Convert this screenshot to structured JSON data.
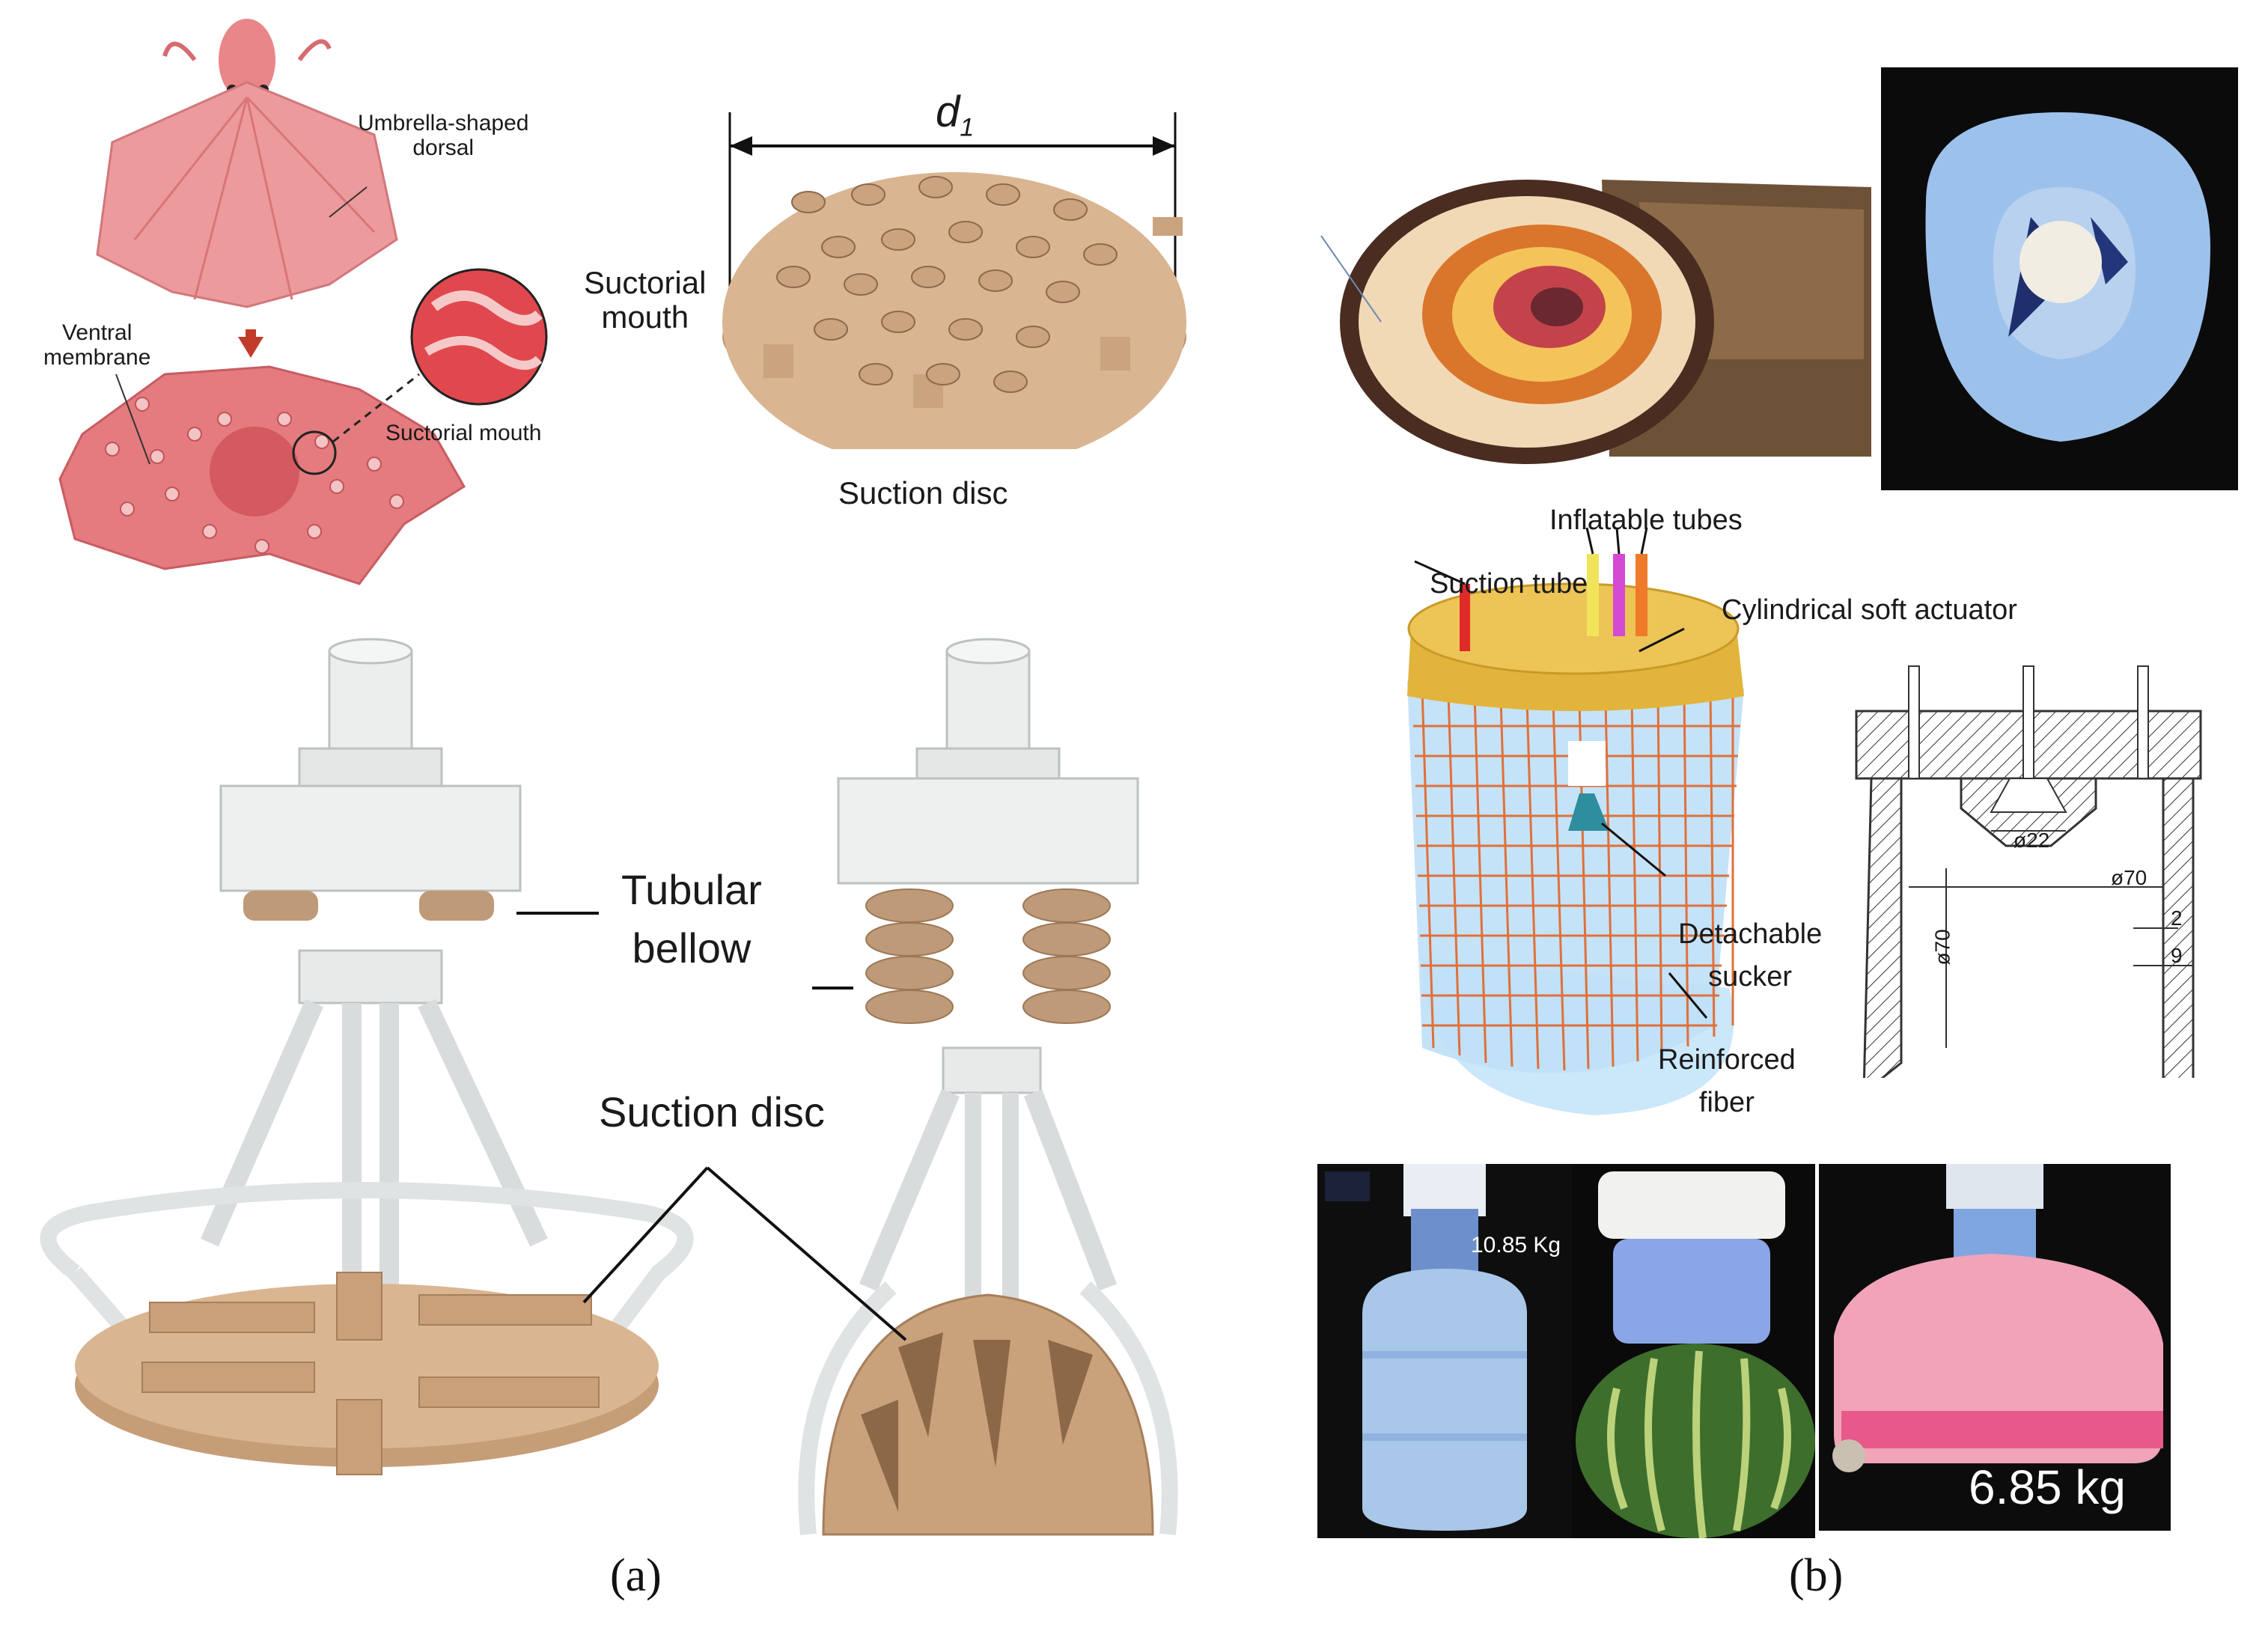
{
  "panel_a": {
    "octopus": {
      "dorsal_label": "Umbrella-shaped\ndorsal",
      "ventral_label": "Ventral\nmembrane",
      "mouth_label": "Suctorial mouth"
    },
    "disc": {
      "dimension": "d",
      "dimension_sub": "1",
      "mouth_label": "Suctorial\nmouth",
      "caption": "Suction disc"
    },
    "gripper": {
      "bellow_label": "Tubular\nbellow",
      "disc_label": "Suction disc"
    },
    "caption": "(a)"
  },
  "panel_b": {
    "actuator": {
      "inflatable_label": "Inflatable tubes",
      "suction_label": "Suction tube",
      "cylinder_label": "Cylindrical soft actuator",
      "sucker_label": "Detachable\nsucker",
      "fiber_label": "Reinforced\nfiber"
    },
    "section": {
      "d22": "ø22",
      "d70_h": "ø70",
      "d70_v": "ø70",
      "dim_2": "2",
      "dim_9": "9"
    },
    "photos": {
      "bottle_weight": "10.85 Kg",
      "luggage_weight": "6.85 kg"
    },
    "caption": "(b)"
  },
  "colors": {
    "octopus": "#e9868a",
    "disc": "#d9b591",
    "frame": "#e8eaea",
    "bellow": "#bf9a78",
    "cylinder": "#e2b43c",
    "fiber": "#e0703a",
    "sucker": "#a9d7f3",
    "lamprey_red": "#c42a20",
    "blue_sucker": "#9cc2ec"
  }
}
